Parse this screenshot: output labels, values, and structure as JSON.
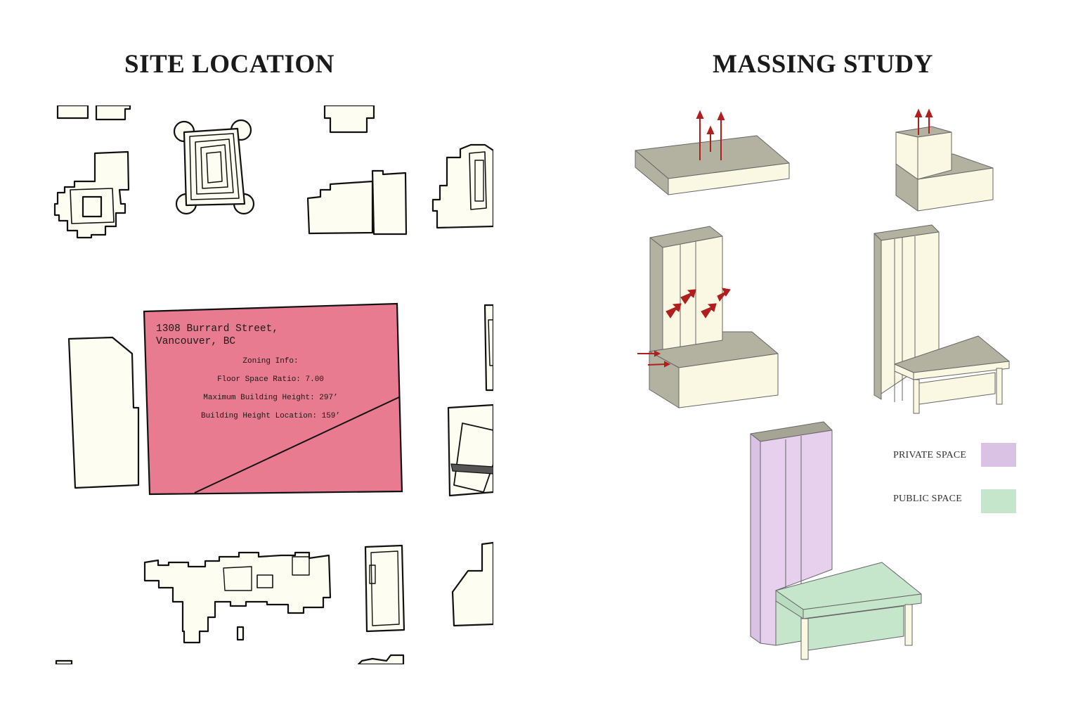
{
  "site": {
    "title": "SITE LOCATION",
    "address_line1": "1308 Burrard Street,",
    "address_line2": "Vancouver, BC",
    "zoning_heading": "Zoning Info:",
    "fsr": "Floor Space Ratio: 7.00",
    "max_height": "Maximum Building Height: 297’",
    "height_location": "Building Height Location: 159’",
    "colors": {
      "site": "#e87b90",
      "building": "#fdfdf2",
      "outline": "#111111"
    }
  },
  "massing": {
    "title": "MASSING STUDY",
    "colors": {
      "top": "#b3b2a1",
      "side": "#faf8e2",
      "arrow": "#b01e1e"
    },
    "legend": [
      {
        "label": "PRIVATE SPACE",
        "color": "#d9c2e3"
      },
      {
        "label": "PUBLIC SPACE",
        "color": "#c6e6cc"
      }
    ]
  }
}
